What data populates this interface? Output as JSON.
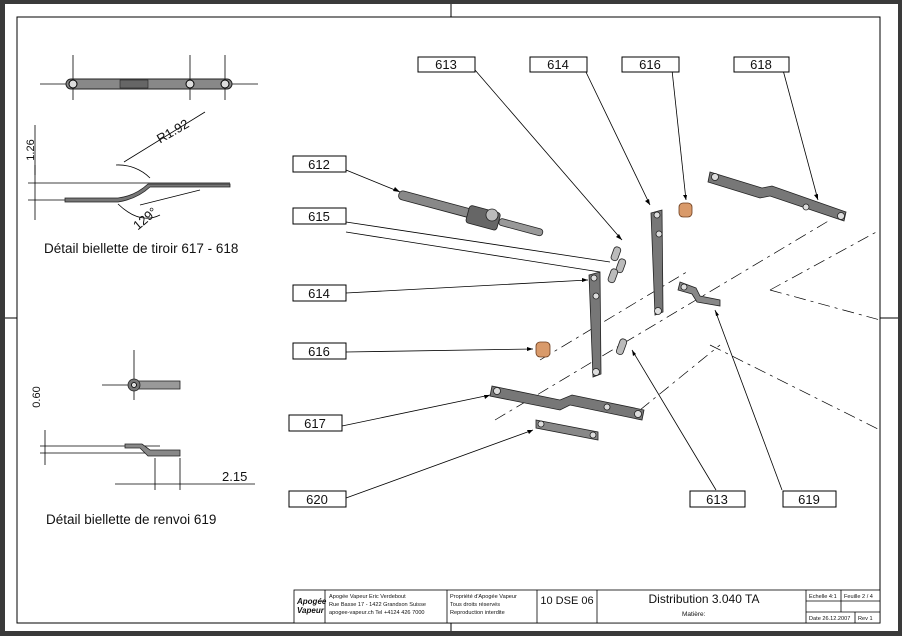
{
  "callouts": {
    "c613_top": "613",
    "c614_top": "614",
    "c616_top": "616",
    "c618": "618",
    "c612": "612",
    "c615": "615",
    "c614_left": "614",
    "c616_left": "616",
    "c617": "617",
    "c620": "620",
    "c613_bottom": "613",
    "c619": "619"
  },
  "details": {
    "detail1_label": "Détail biellette de tiroir 617 - 618",
    "detail2_label": "Détail biellette de renvoi 619",
    "dim_126": "1.26",
    "dim_r192": "R1.92",
    "dim_129": "129°",
    "dim_060": "0.60",
    "dim_215": "2.15"
  },
  "title_block": {
    "logo_line1": "Apogée",
    "logo_line2": "Vapeur",
    "company_line1": "Apogée Vapeur Eric Verdebout",
    "company_line2": "Rue Basse 17 - 1422 Grandson Suisse",
    "company_line3": "apogee-vapeur.ch Tel +4124 426 7000",
    "rights_line1": "Propriété d'Apogée Vapeur",
    "rights_line2": "Tous droits réservés",
    "rights_line3": "Reproduction interdite",
    "drawing_number": "10 DSE 06",
    "title": "Distribution 3.040 TA",
    "material_label": "Matière:",
    "scale": "Echelle 4:1",
    "sheet": "Feuille 2 / 4",
    "date": "Date 26.12.2007",
    "rev": "Rev 1"
  }
}
